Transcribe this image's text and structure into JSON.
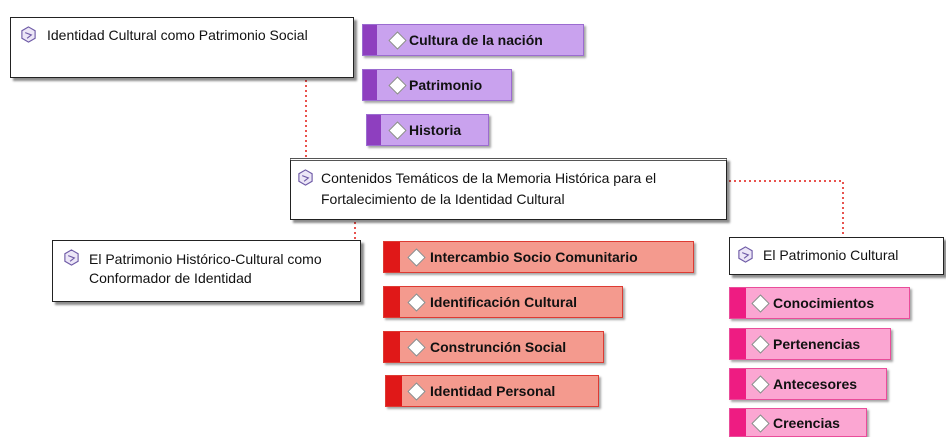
{
  "nodes": {
    "identidad": {
      "label": "Identidad Cultural como Patrimonio Social"
    },
    "central": {
      "label": "Contenidos Temáticos de la Memoria Histórica para el Fortalecimiento de la Identidad Cultural"
    },
    "historico": {
      "label": "El Patrimonio Histórico-Cultural como Conformador de Identidad"
    },
    "cultural": {
      "label": "El Patrimonio Cultural"
    }
  },
  "codes": {
    "cultura_nacion": "Cultura de la nación",
    "patrimonio": "Patrimonio",
    "historia": "Historia",
    "intercambio": "Intercambio Socio Comunitario",
    "identificacion": "Identificación Cultural",
    "construncion": "Construnción Social",
    "identidad_personal": "Identidad Personal",
    "conocimientos": "Conocimientos",
    "pertenencias": "Pertenencias",
    "antecesores": "Antecesores",
    "creencias": "Creencias"
  },
  "icons": {
    "concept": "network-concept-icon",
    "code": "diamond-code-icon"
  },
  "colors": {
    "purple_group": "#c9a2ee",
    "red_group": "#f49a8e",
    "pink_group": "#fba6d2",
    "link": "#e8534e"
  }
}
